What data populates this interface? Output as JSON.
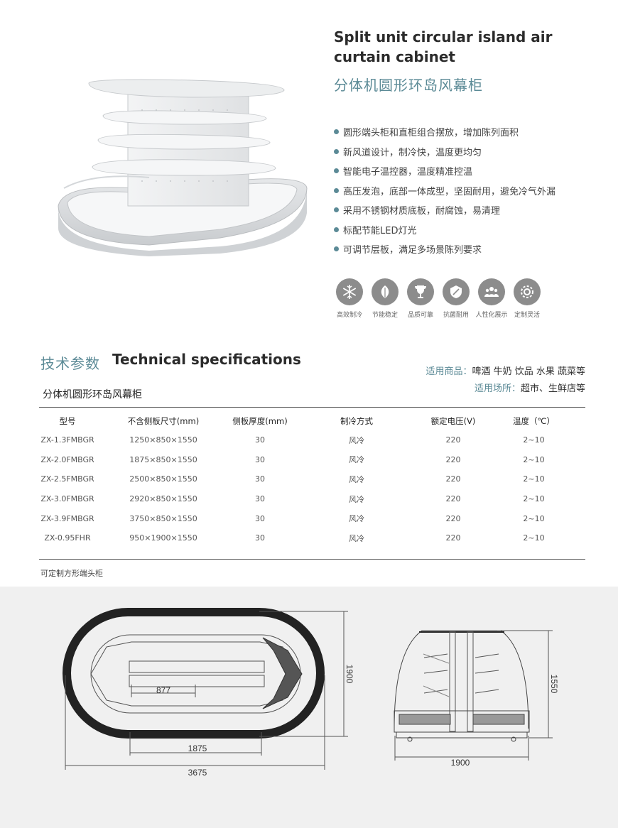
{
  "title_en": "Split unit circular island air curtain cabinet",
  "title_cn": "分体机圆形环岛风幕柜",
  "features": [
    "圆形端头柜和直柜组合摆放，增加陈列面积",
    "新风道设计，制冷快，温度更均匀",
    "智能电子温控器，温度精准控温",
    "高压发泡，底部一体成型，坚固耐用，避免冷气外漏",
    "采用不锈钢材质底板，耐腐蚀，易清理",
    "标配节能LED灯光",
    "可调节层板，满足多场景陈列要求"
  ],
  "icons": [
    {
      "name": "snowflake-icon",
      "label": "高效制冷"
    },
    {
      "name": "leaf-icon",
      "label": "节能稳定"
    },
    {
      "name": "trophy-icon",
      "label": "品质可靠"
    },
    {
      "name": "antibacterial-icon",
      "label": "抗菌耐用"
    },
    {
      "name": "people-icon",
      "label": "人性化展示"
    },
    {
      "name": "gear-icon",
      "label": "定制灵活"
    }
  ],
  "icon_color": "#8c8c8c",
  "accent_color": "#5b8a96",
  "spec": {
    "title_cn": "技术参数",
    "title_en": "Technical specifications",
    "subtitle": "分体机圆形环岛风幕柜",
    "goods_label": "适用商品：",
    "goods_value": "啤酒 牛奶 饮品 水果 蔬菜等",
    "venue_label": "适用场所：",
    "venue_value": "超市、生鲜店等",
    "headers": [
      "型号",
      "不含侧板尺寸(mm)",
      "侧板厚度(mm)",
      "制冷方式",
      "额定电压(V)",
      "温度（℃）"
    ],
    "rows": [
      [
        "ZX-1.3FMBGR",
        "1250×850×1550",
        "30",
        "风冷",
        "220",
        "2~10"
      ],
      [
        "ZX-2.0FMBGR",
        "1875×850×1550",
        "30",
        "风冷",
        "220",
        "2~10"
      ],
      [
        "ZX-2.5FMBGR",
        "2500×850×1550",
        "30",
        "风冷",
        "220",
        "2~10"
      ],
      [
        "ZX-3.0FMBGR",
        "2920×850×1550",
        "30",
        "风冷",
        "220",
        "2~10"
      ],
      [
        "ZX-3.9FMBGR",
        "3750×850×1550",
        "30",
        "风冷",
        "220",
        "2~10"
      ],
      [
        "ZX-0.95FHR",
        "950×1900×1550",
        "30",
        "风冷",
        "220",
        "2~10"
      ]
    ],
    "note": "可定制方形端头柜"
  },
  "drawing": {
    "dim_inner": "877",
    "dim_straight": "1875",
    "dim_total": "3675",
    "dim_depth": "1900",
    "dim_side_width": "1900",
    "dim_height": "1550"
  }
}
